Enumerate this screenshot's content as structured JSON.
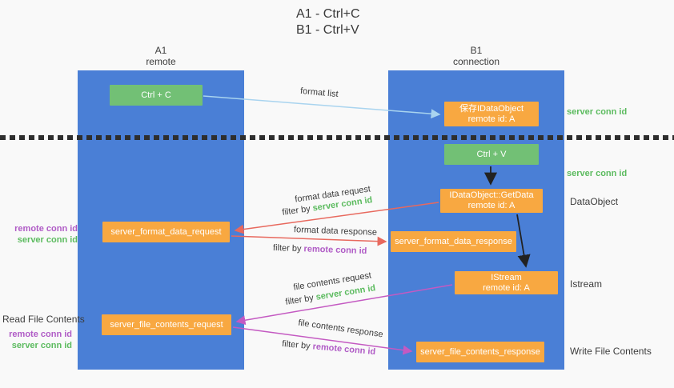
{
  "title": {
    "line1": "A1 - Ctrl+C",
    "line2": "B1 - Ctrl+V"
  },
  "columns": {
    "left": {
      "id": "A1",
      "role": "remote"
    },
    "right": {
      "id": "B1",
      "role": "connection"
    }
  },
  "nodes": {
    "ctrl_c": "Ctrl + C",
    "ctrl_v": "Ctrl + V",
    "save_dataobject": {
      "line1": "保存IDataObject",
      "line2": "remote id: A"
    },
    "getdata": {
      "line1": "IDataObject::GetData",
      "line2": "remote id: A"
    },
    "istream": {
      "line1": "IStream",
      "line2": "remote id: A"
    },
    "server_format_data_request": "server_format_data_request",
    "server_format_data_response": "server_format_data_response",
    "server_file_contents_request": "server_file_contents_request",
    "server_file_contents_response": "server_file_contents_response"
  },
  "arrow_labels": {
    "format_list": "format list",
    "format_data_request": {
      "text": "format data request",
      "filter_prefix": "filter by ",
      "filter_value": "server conn id"
    },
    "format_data_response": {
      "text": "format data response",
      "filter_prefix": "filter by ",
      "filter_value": "remote conn id"
    },
    "file_contents_request": {
      "text": "file contents request",
      "filter_prefix": "filter by ",
      "filter_value": "server conn id"
    },
    "file_contents_response": {
      "text": "file contents response",
      "filter_prefix": "filter by ",
      "filter_value": "remote conn id"
    }
  },
  "side_labels": {
    "right_server_conn_id_top": "server conn id",
    "right_server_conn_id_mid": "server conn id",
    "dataobject": "DataObject",
    "istream": "Istream",
    "write_file_contents": "Write File Contents",
    "read_file_contents": "Read File Contents",
    "left_format_remote_conn_id": "remote conn id",
    "left_format_server_conn_id": "server conn id",
    "left_file_remote_conn_id": "remote conn id",
    "left_file_server_conn_id": "server conn id"
  },
  "colors": {
    "column_blue": "#4a7fd6",
    "box_green": "#72c075",
    "box_orange": "#f8a841",
    "green_text": "#5cbb5f",
    "purple_text": "#b05cc6",
    "arrow_red": "#e8695e",
    "arrow_magenta": "#c45ac2",
    "arrow_lightblue": "#a9d4ef",
    "arrow_black": "#222222",
    "divider_black": "#2e2e2e"
  }
}
